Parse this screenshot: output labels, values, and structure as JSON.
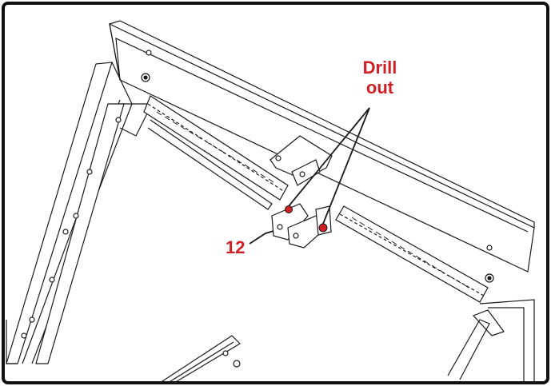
{
  "callouts": {
    "drill_line1": "Drill",
    "drill_line2": "out",
    "part_number": "12"
  },
  "colors": {
    "callout": "#d11f26",
    "line": "#1a1a1a",
    "fill": "#ffffff",
    "shade": "#c9c9c9"
  }
}
